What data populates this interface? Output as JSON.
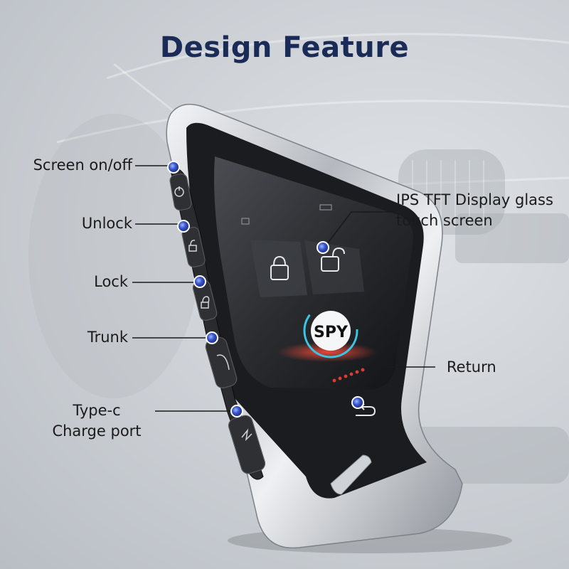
{
  "title": "Design Feature",
  "product": {
    "screen_logo": "SPY"
  },
  "callouts": {
    "screen_onoff": "Screen on/off",
    "unlock": "Unlock",
    "lock": "Lock",
    "trunk": "Trunk",
    "typec_line1": "Type-c",
    "typec_line2": "Charge port",
    "ips_line1": "IPS TFT Display glass",
    "ips_line2": "touch screen",
    "return": "Return"
  },
  "colors": {
    "title": "#1b2b57",
    "dot": "#3552c9",
    "accent_red": "#d8282d",
    "accent_cyan": "#39c6e6"
  }
}
